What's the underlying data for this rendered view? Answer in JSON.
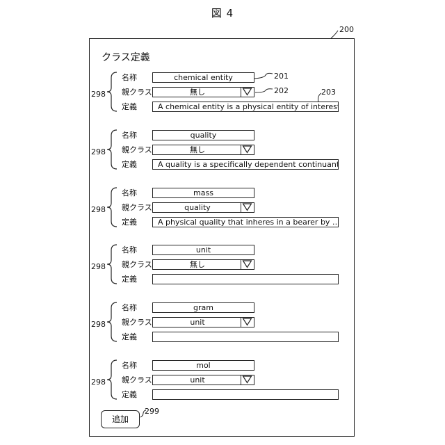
{
  "figure": {
    "title": "図 4",
    "panel_ref": "200",
    "panel_title": "クラス定義"
  },
  "labels": {
    "name": "名称",
    "parent": "親クラス",
    "definition": "定義",
    "group_ref": "298"
  },
  "refs": {
    "name_field": "201",
    "parent_field": "202",
    "definition_field": "203",
    "add_button": "299"
  },
  "classes": [
    {
      "name": "chemical entity",
      "parent": "無し",
      "definition": "A chemical entity is a physical entity of interest…"
    },
    {
      "name": "quality",
      "parent": "無し",
      "definition": "A quality is a specifically dependent continuant …"
    },
    {
      "name": "mass",
      "parent": "quality",
      "definition": "A physical quality that inheres in a bearer by   …"
    },
    {
      "name": "unit",
      "parent": "無し",
      "definition": ""
    },
    {
      "name": "gram",
      "parent": "unit",
      "definition": ""
    },
    {
      "name": "mol",
      "parent": "unit",
      "definition": ""
    }
  ],
  "buttons": {
    "add_label": "追加"
  }
}
